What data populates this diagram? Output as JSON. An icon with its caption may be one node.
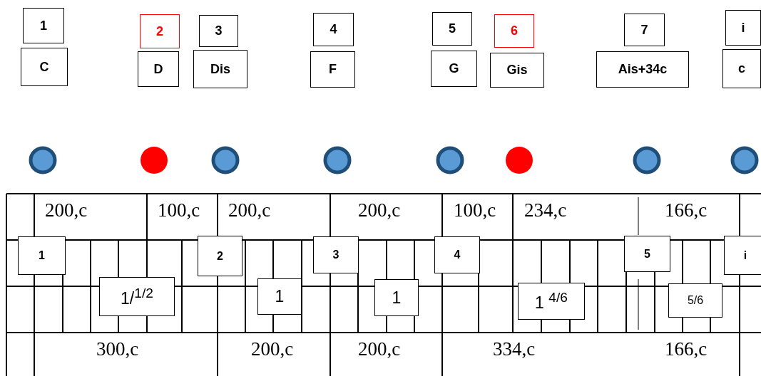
{
  "diagram": {
    "nodes": [
      {
        "text": [
          "1"
        ]
      },
      {
        "text": [
          "C"
        ]
      },
      {
        "text": [
          "2"
        ]
      },
      {
        "text": [
          "D"
        ]
      },
      {
        "text": [
          "3"
        ]
      },
      {
        "text": [
          "Dis"
        ]
      },
      {
        "text": [
          "4"
        ]
      },
      {
        "text": [
          "F"
        ]
      },
      {
        "text": [
          "5"
        ]
      },
      {
        "text": [
          "G"
        ]
      },
      {
        "text": [
          "6"
        ]
      },
      {
        "text": [
          "Gis"
        ]
      },
      {
        "text": [
          "7"
        ]
      },
      {
        "text": [
          "Ais+34c"
        ]
      },
      {
        "text": [
          "i"
        ]
      },
      {
        "text": [
          "c"
        ]
      },
      {
        "text": [],
        "shape": "circle"
      },
      {
        "text": [],
        "shape": "circle"
      },
      {
        "text": [],
        "shape": "circle"
      },
      {
        "text": [],
        "shape": "circle"
      },
      {
        "text": [],
        "shape": "circle"
      },
      {
        "text": [],
        "shape": "circle"
      },
      {
        "text": [],
        "shape": "circle"
      },
      {
        "text": [],
        "shape": "circle"
      },
      {
        "text": [
          "1"
        ]
      },
      {
        "text": [
          "1/$^{1/2}$"
        ]
      },
      {
        "text": [
          "2"
        ]
      },
      {
        "text": [
          "1"
        ]
      },
      {
        "text": [
          "3"
        ]
      },
      {
        "text": [
          "1"
        ]
      },
      {
        "text": [
          "4"
        ]
      },
      {
        "text": [
          "1 $^{4/6}$"
        ]
      },
      {
        "text": [
          "5"
        ]
      },
      {
        "text": [
          "5/6"
        ]
      },
      {
        "text": [
          "i"
        ]
      }
    ],
    "labels": [
      "200,c",
      "100,c",
      "200,c",
      "200,c",
      "100,c",
      "234,c",
      "166,c",
      "300,c",
      "200,c",
      "200,c",
      "334,c",
      "166,c"
    ]
  }
}
